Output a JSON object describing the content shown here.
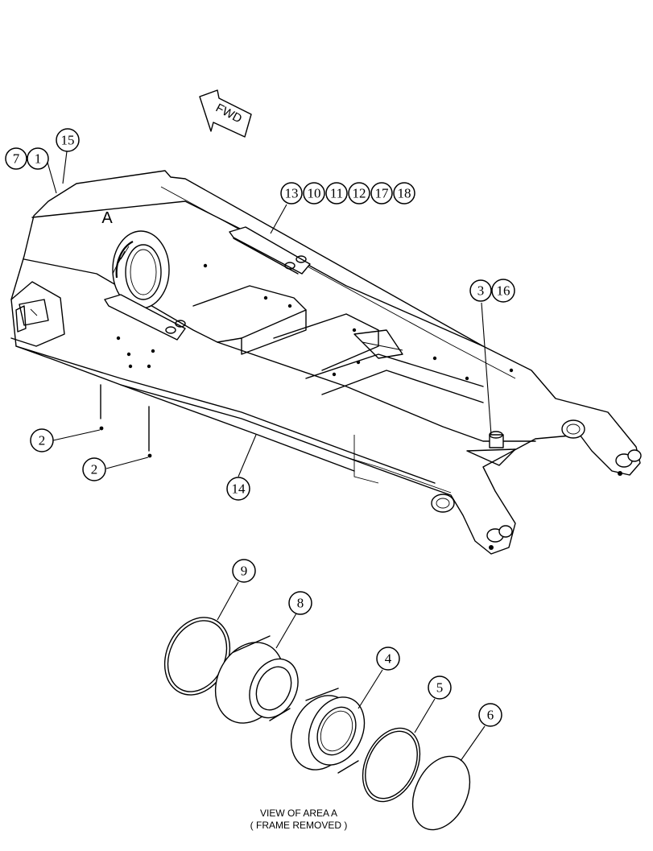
{
  "direction_arrow": {
    "label": "FWD"
  },
  "area_label": "A",
  "view_caption": {
    "line1": "VIEW OF AREA  A",
    "line2": "( FRAME REMOVED )"
  },
  "callouts": {
    "c7": "7",
    "c1": "1",
    "c15": "15",
    "c13": "13",
    "c10": "10",
    "c11": "11",
    "c12": "12",
    "c17": "17",
    "c18": "18",
    "c3": "3",
    "c16": "16",
    "c2a": "2",
    "c2b": "2",
    "c14": "14",
    "c9": "9",
    "c8": "8",
    "c4": "4",
    "c5": "5",
    "c6": "6"
  }
}
